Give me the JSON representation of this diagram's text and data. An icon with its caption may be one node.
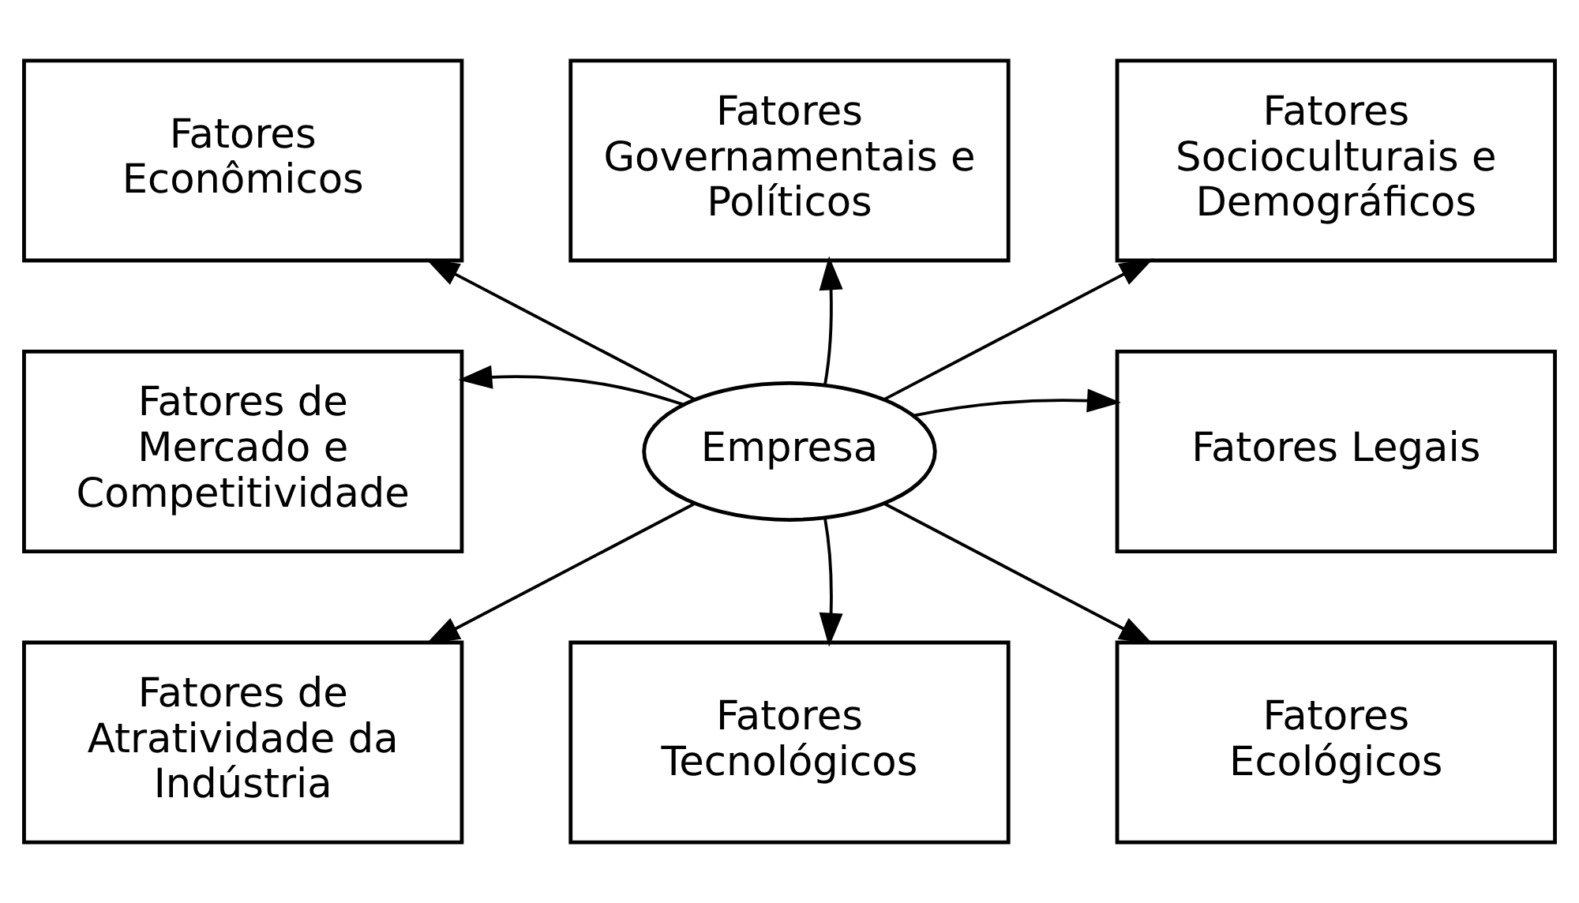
{
  "diagram": {
    "nodes": [
      {
        "text": [
          "Fatores Econômicos"
        ]
      },
      {
        "text": [
          "Fatores Governamentais e Políticos"
        ]
      },
      {
        "text": [
          "Fatores Socioculturais e Demográficos"
        ]
      },
      {
        "text": [
          "Fatores de Mercado e Competitividade"
        ]
      },
      {
        "text": [
          "Empresa"
        ]
      },
      {
        "text": [
          "Fatores Legais"
        ]
      },
      {
        "text": [
          "Fatores de Atratividade da Indústria"
        ]
      },
      {
        "text": [
          "Fatores Tecnológicos"
        ]
      },
      {
        "text": [
          "Fatores Ecológicos"
        ]
      }
    ],
    "edges": [
      {
        "from": 4,
        "to": 0,
        "arrow": "to"
      },
      {
        "from": 4,
        "to": 1,
        "arrow": "to"
      },
      {
        "from": 4,
        "to": 2,
        "arrow": "to"
      },
      {
        "from": 4,
        "to": 3,
        "arrow": "to"
      },
      {
        "from": 4,
        "to": 5,
        "arrow": "to"
      },
      {
        "from": 4,
        "to": 6,
        "arrow": "to"
      },
      {
        "from": 4,
        "to": 7,
        "arrow": "to"
      },
      {
        "from": 4,
        "to": 8,
        "arrow": "to"
      }
    ]
  }
}
